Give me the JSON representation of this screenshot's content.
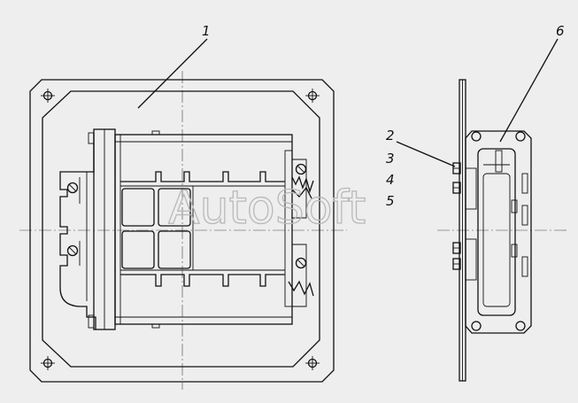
{
  "diagram": {
    "callouts": [
      "1",
      "2",
      "3",
      "4",
      "5",
      "6"
    ],
    "watermark": "AutoSoft"
  },
  "colors": {
    "background": "#eeeeee",
    "line": "#111111",
    "watermark": "#b9b9b9"
  }
}
